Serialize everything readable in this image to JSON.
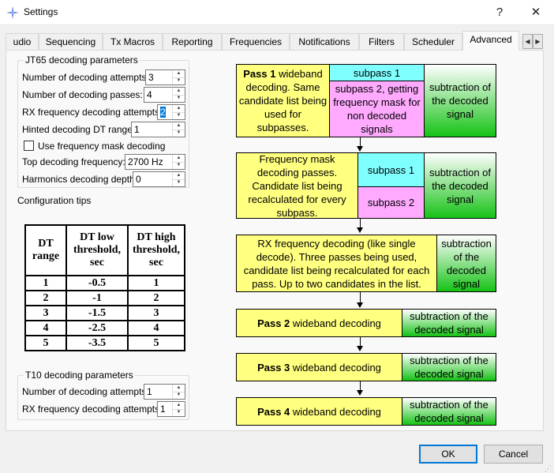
{
  "window": {
    "title": "Settings",
    "help_glyph": "?",
    "close_glyph": "✕"
  },
  "tabs": [
    "udio",
    "Sequencing",
    "Tx Macros",
    "Reporting",
    "Frequencies",
    "Notifications",
    "Filters",
    "Scheduler",
    "Advanced"
  ],
  "active_tab": "Advanced",
  "jt65": {
    "title": "JT65 decoding parameters",
    "attempts": {
      "label": "Number of decoding attempts:",
      "value": "3"
    },
    "passes": {
      "label": "Number of decoding  passes:",
      "value": "4"
    },
    "rx_attempts": {
      "label": "RX frequency decoding attempts:",
      "value": "2"
    },
    "hinted_dt": {
      "label": "Hinted decoding DT range:",
      "value": "1"
    },
    "freq_mask": {
      "label": "Use frequency mask decoding",
      "checked": false
    },
    "top_freq": {
      "label": "Top decoding frequency:",
      "value": "2700 Hz"
    },
    "harmonics": {
      "label": "Harmonics decoding depth:",
      "value": "0"
    }
  },
  "config_tips": "Configuration tips",
  "dt_table": {
    "headers": [
      "DT range",
      "DT low threshold, sec",
      "DT high threshold, sec"
    ],
    "rows": [
      [
        "1",
        "-0.5",
        "1"
      ],
      [
        "2",
        "-1",
        "2"
      ],
      [
        "3",
        "-1.5",
        "3"
      ],
      [
        "4",
        "-2.5",
        "4"
      ],
      [
        "5",
        "-3.5",
        "5"
      ]
    ]
  },
  "t10": {
    "title": "T10 decoding parameters",
    "attempts": {
      "label": "Number of decoding attempts:",
      "value": "1"
    },
    "rx_attempts": {
      "label": "RX frequency decoding attempts:",
      "value": "1"
    }
  },
  "diagram": {
    "pass1_bold": "Pass 1",
    "pass1_rest": " wideband decoding. Same candidate list being used for subpasses.",
    "subpass1": "subpass 1",
    "subpass2_mask": "subpass 2, getting frequency mask for non decoded signals",
    "subtraction": "subtraction of the decoded signal",
    "freq_mask_text": "Frequency mask decoding passes. Candidate list being recalculated for every subpass.",
    "subpass1b": "subpass 1",
    "subpass2b": "subpass 2",
    "subtraction2": "subtraction of the decoded signal",
    "rx_text": "RX frequency decoding (like single decode). Three passes being used, candidate list being recalculated for each pass. Up to two candidates in the list.",
    "subtraction3": "subtraction of the decoded signal",
    "pass2_bold": "Pass 2",
    "pass3_bold": "Pass 3",
    "pass4_bold": "Pass 4",
    "wideband": " wideband decoding",
    "subtraction4": "subtraction of the decoded signal",
    "subtraction5": "subtraction of the decoded signal",
    "subtraction6": "subtraction of the decoded signal"
  },
  "buttons": {
    "ok": "OK",
    "cancel": "Cancel"
  },
  "colors": {
    "yellow": "#ffff80",
    "cyan": "#80ffff",
    "pink": "#ffaaff",
    "green": "#16c216",
    "accent": "#0078d7"
  }
}
